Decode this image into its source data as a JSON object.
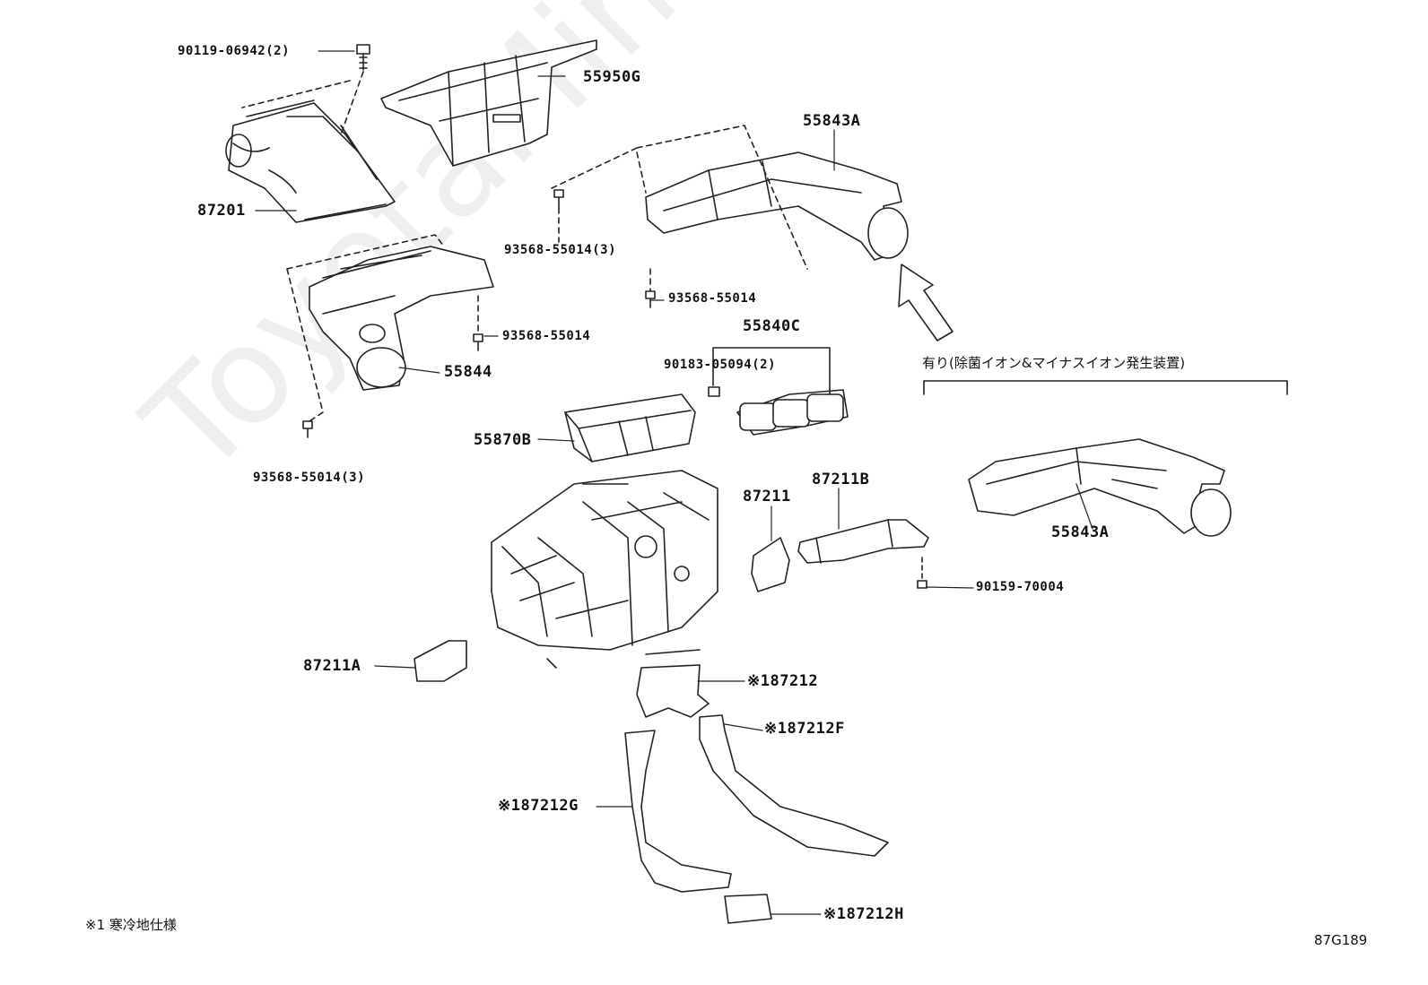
{
  "diagram": {
    "callouts": {
      "p_90119": "90119-06942(2)",
      "p_55950g": "55950G",
      "p_87201": "87201",
      "p_55843a_top": "55843A",
      "p_93568_3a": "93568-55014(3)",
      "p_93568_a": "93568-55014",
      "p_93568_b": "93568-55014",
      "p_55844": "55844",
      "p_93568_3b": "93568-55014(3)",
      "p_55840c": "55840C",
      "p_90183": "90183-05094(2)",
      "p_55870b": "55870B",
      "p_87211": "87211",
      "p_87211b": "87211B",
      "p_55843a_right": "55843A",
      "p_90159": "90159-70004",
      "p_87211a": "87211A",
      "p_87212": "※187212",
      "p_87212f": "※187212F",
      "p_87212g": "※187212G",
      "p_87212h": "※187212H"
    },
    "option_note": "有り(除菌イオン&マイナスイオン発生装置)",
    "footnote": "※1 寒冷地仕様",
    "diagram_ref": "87G189",
    "watermark": "ToyotaMine.ru"
  }
}
